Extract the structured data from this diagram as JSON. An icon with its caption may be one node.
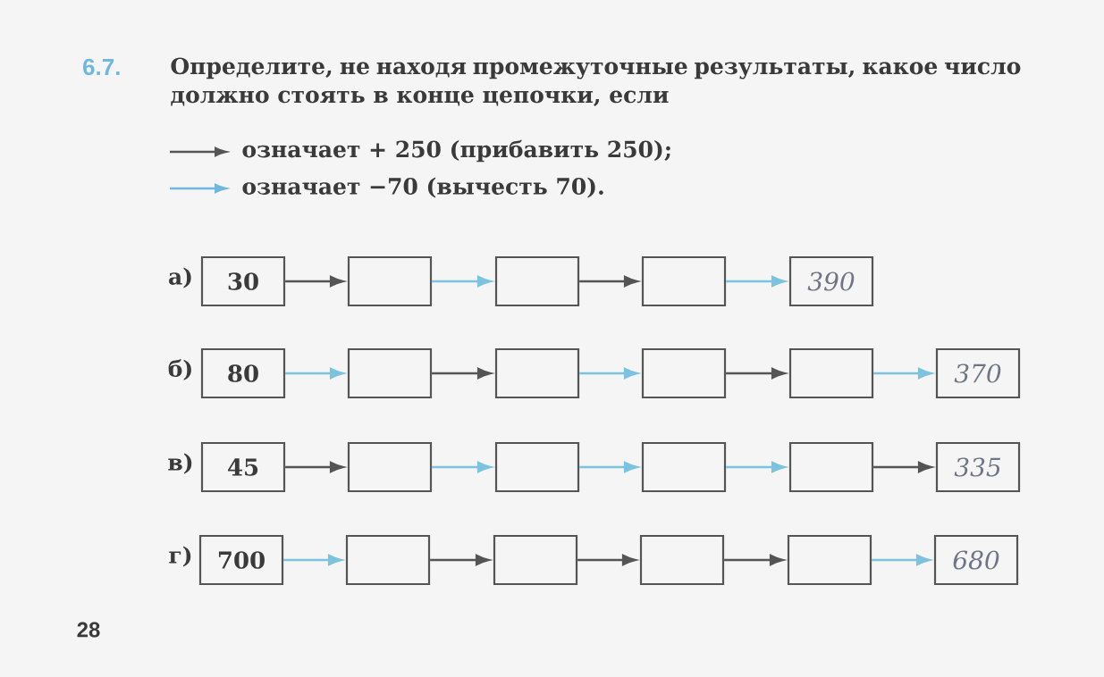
{
  "diagram": {
    "title": "Определите, не находя промежуточные результаты, какое число должно стоять в конце цепочки, если",
    "nodes": [
      {
        "text": [
          "30"
        ]
      },
      {
        "text": [],
        "shape": "box"
      },
      {
        "text": [],
        "shape": "box"
      },
      {
        "text": [],
        "shape": "box"
      },
      {
        "text": [
          "390"
        ]
      },
      {
        "text": [
          "80"
        ]
      },
      {
        "text": [],
        "shape": "box"
      },
      {
        "text": [],
        "shape": "box"
      },
      {
        "text": [],
        "shape": "box"
      },
      {
        "text": [],
        "shape": "box"
      },
      {
        "text": [
          "370"
        ]
      },
      {
        "text": [
          "45"
        ]
      },
      {
        "text": [],
        "shape": "box"
      },
      {
        "text": [],
        "shape": "box"
      },
      {
        "text": [],
        "shape": "box"
      },
      {
        "text": [],
        "shape": "box"
      },
      {
        "text": [
          "335"
        ]
      },
      {
        "text": [
          "700"
        ]
      },
      {
        "text": [],
        "shape": "box"
      },
      {
        "text": [],
        "shape": "box"
      },
      {
        "text": [],
        "shape": "box"
      },
      {
        "text": [],
        "shape": "box"
      },
      {
        "text": [
          "680"
        ]
      }
    ],
    "edges": [
      {
        "from": 0,
        "to": 1,
        "arrow": "to",
        "color": "#555555"
      },
      {
        "from": 1,
        "to": 2,
        "arrow": "to"
      },
      {
        "from": 2,
        "to": 3,
        "arrow": "to",
        "color": "#555555"
      },
      {
        "from": 3,
        "to": 4,
        "arrow": "to"
      },
      {
        "from": 5,
        "to": 6,
        "arrow": "to"
      },
      {
        "from": 6,
        "to": 7,
        "arrow": "to",
        "color": "#555555"
      },
      {
        "from": 7,
        "to": 8,
        "arrow": "to"
      },
      {
        "from": 8,
        "to": 9,
        "arrow": "to",
        "color": "#555555"
      },
      {
        "from": 9,
        "to": 10,
        "arrow": "to"
      },
      {
        "from": 11,
        "to": 12,
        "arrow": "to",
        "color": "#555555"
      },
      {
        "from": 12,
        "to": 13,
        "arrow": "to"
      },
      {
        "from": 13,
        "to": 14,
        "arrow": "to"
      },
      {
        "from": 14,
        "to": 15,
        "arrow": "to"
      },
      {
        "from": 15,
        "to": 16,
        "arrow": "to",
        "color": "#555555"
      },
      {
        "from": 17,
        "to": 18,
        "arrow": "to"
      },
      {
        "from": 18,
        "to": 19,
        "arrow": "to",
        "color": "#555555"
      },
      {
        "from": 19,
        "to": 20,
        "arrow": "to",
        "color": "#555555"
      },
      {
        "from": 20,
        "to": 21,
        "arrow": "to",
        "color": "#555555"
      },
      {
        "from": 21,
        "to": 22,
        "arrow": "to"
      }
    ],
    "labels": [
      "6.7.",
      "а)",
      "б)",
      "в)",
      "г)",
      "28"
    ],
    "legend": [
      {
        "text": "означает + 250 (прибавить 250);"
      },
      {
        "text": "означает −70 (вычесть 70)."
      }
    ]
  }
}
